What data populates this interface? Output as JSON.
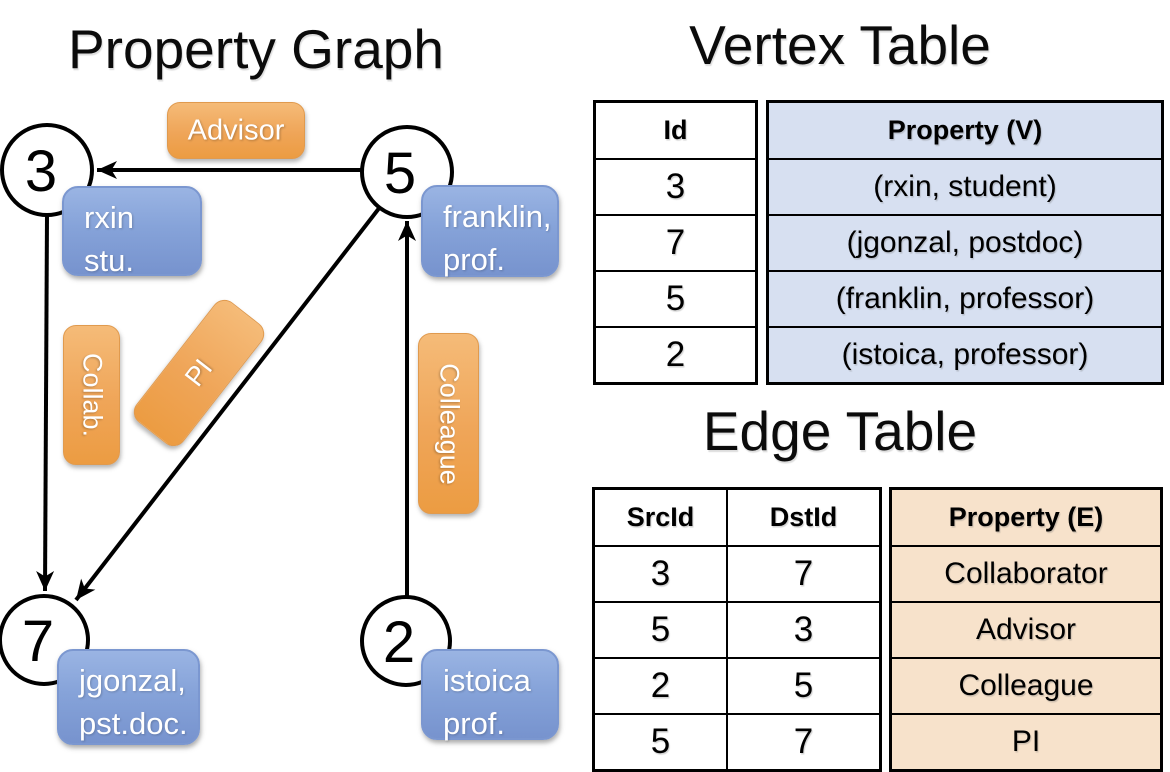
{
  "titles": {
    "graph": "Property Graph",
    "vertex_table": "Vertex Table",
    "edge_table": "Edge Table"
  },
  "graph": {
    "nodes": [
      {
        "id": "3",
        "property_line1": "rxin",
        "property_line2": "stu."
      },
      {
        "id": "5",
        "property_line1": "franklin,",
        "property_line2": "prof."
      },
      {
        "id": "7",
        "property_line1": "jgonzal,",
        "property_line2": "pst.doc."
      },
      {
        "id": "2",
        "property_line1": "istoica",
        "property_line2": "prof."
      }
    ],
    "edge_labels": {
      "advisor": "Advisor",
      "collab": "Collab.",
      "pi": "PI",
      "colleague": "Colleague"
    }
  },
  "vertex_table": {
    "headers": {
      "id": "Id",
      "property": "Property (V)"
    },
    "rows": [
      {
        "id": "3",
        "property": "(rxin, student)"
      },
      {
        "id": "7",
        "property": "(jgonzal, postdoc)"
      },
      {
        "id": "5",
        "property": "(franklin, professor)"
      },
      {
        "id": "2",
        "property": "(istoica, professor)"
      }
    ]
  },
  "edge_table": {
    "headers": {
      "src": "SrcId",
      "dst": "DstId",
      "property": "Property (E)"
    },
    "rows": [
      {
        "src": "3",
        "dst": "7",
        "property": "Collaborator"
      },
      {
        "src": "5",
        "dst": "3",
        "property": "Advisor"
      },
      {
        "src": "2",
        "dst": "5",
        "property": "Colleague"
      },
      {
        "src": "5",
        "dst": "7",
        "property": "PI"
      }
    ]
  },
  "colors": {
    "edge_label_orange": "#efa558",
    "property_box_blue": "#86a3d9",
    "vertex_cell_bg": "#d7e0f1",
    "edge_cell_bg": "#f7e2cb",
    "line_black": "#000000"
  }
}
